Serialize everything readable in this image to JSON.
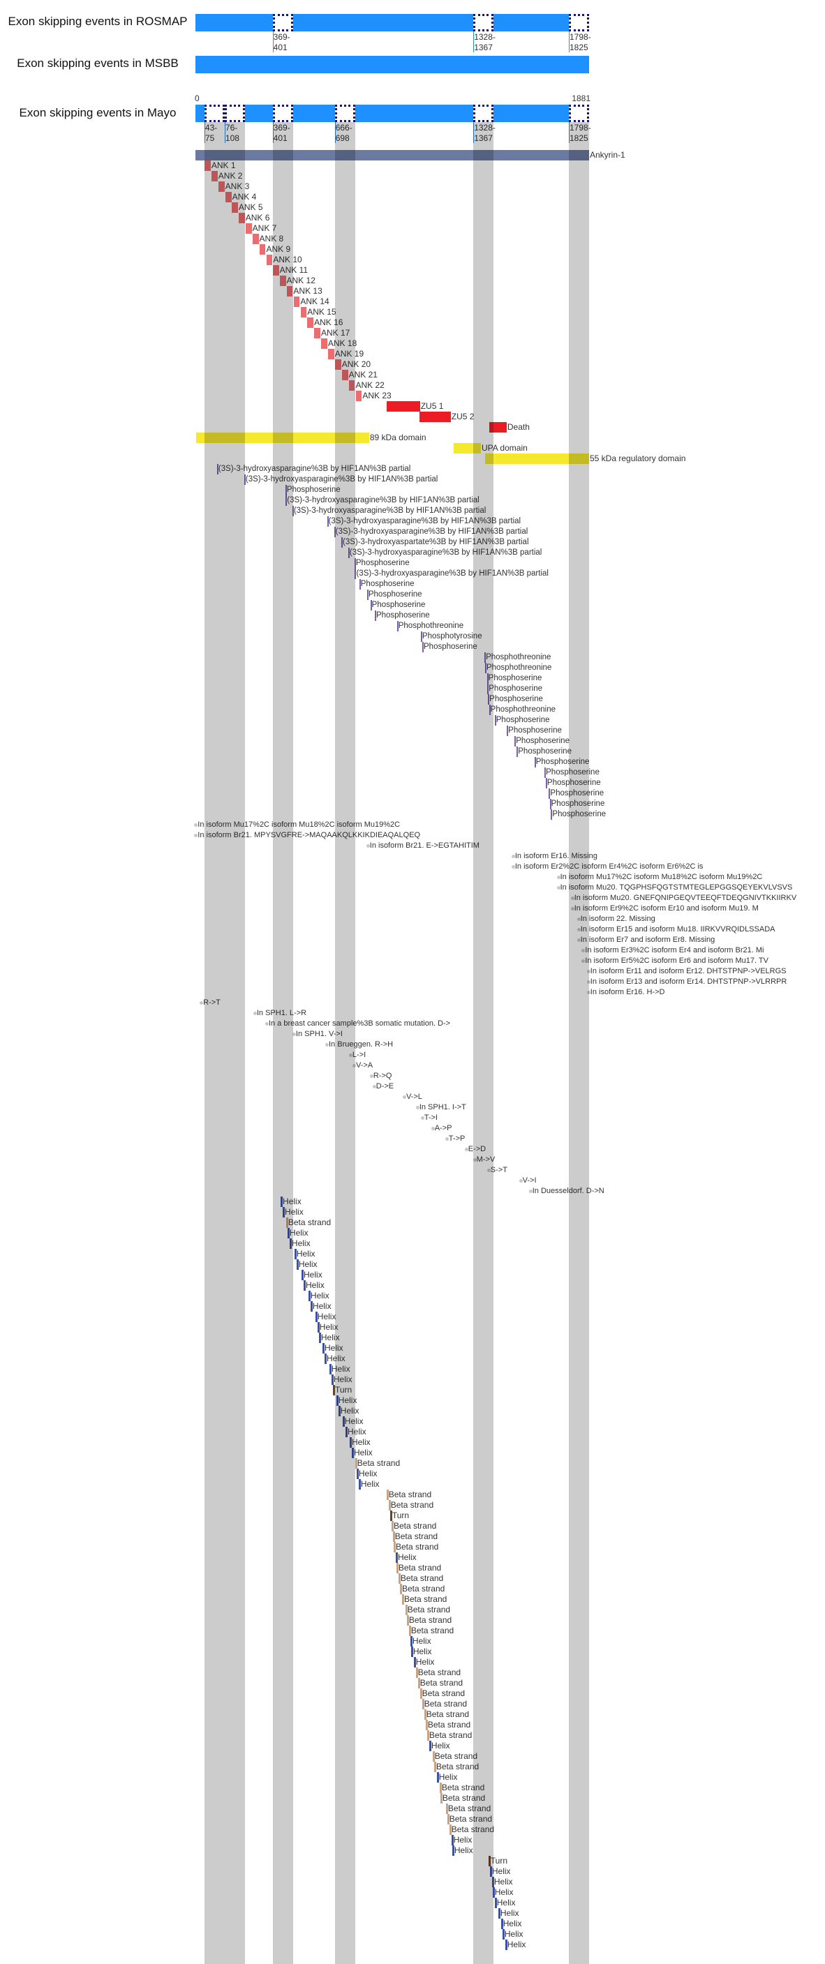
{
  "protein": {
    "length": 1881,
    "axis_min_label": "0",
    "axis_max_label": "1881"
  },
  "colors": {
    "exon_bar": "#1e90ff",
    "exon_box_border": "#15156b",
    "chain": "#6b7aa1",
    "repeat": "#ec6c70",
    "domain": "#ed1c24",
    "region": "#f5e92e",
    "modres": "#7a5fae",
    "helix": "#3c52a8",
    "strand": "#c9a386",
    "turn": "#6b4423",
    "dot": "#c8c8c8"
  },
  "exon_tracks": [
    {
      "title": "Exon skipping events in ROSMAP",
      "exons": [
        {
          "start": 369,
          "label": "369-401"
        },
        {
          "start": 1328,
          "label": "1328-1367"
        },
        {
          "start": 1798,
          "label": "1798-1825"
        }
      ]
    },
    {
      "title": "Exon skipping events in MSBB",
      "exons": []
    },
    {
      "title": "Exon skipping events in Mayo",
      "exons": [
        {
          "start": 43,
          "label": "43-75"
        },
        {
          "start": 76,
          "label": "76-108"
        },
        {
          "start": 369,
          "label": "369-401"
        },
        {
          "start": 666,
          "label": "666-698"
        },
        {
          "start": 1328,
          "label": "1328-1367"
        },
        {
          "start": 1798,
          "label": "1798-1825"
        }
      ]
    }
  ],
  "features": [
    {
      "type": "chain",
      "start": 1,
      "end": 1881,
      "label": "Ankyrin-1"
    },
    {
      "type": "repeat",
      "start": 44,
      "end": 73,
      "label": "ANK 1"
    },
    {
      "type": "repeat",
      "start": 77,
      "end": 106,
      "label": "ANK 2"
    },
    {
      "type": "repeat",
      "start": 110,
      "end": 139,
      "label": "ANK 3"
    },
    {
      "type": "repeat",
      "start": 143,
      "end": 172,
      "label": "ANK 4"
    },
    {
      "type": "repeat",
      "start": 174,
      "end": 203,
      "label": "ANK 5"
    },
    {
      "type": "repeat",
      "start": 207,
      "end": 236,
      "label": "ANK 6"
    },
    {
      "type": "repeat",
      "start": 240,
      "end": 269,
      "label": "ANK 7"
    },
    {
      "type": "repeat",
      "start": 273,
      "end": 302,
      "label": "ANK 8"
    },
    {
      "type": "repeat",
      "start": 306,
      "end": 335,
      "label": "ANK 9"
    },
    {
      "type": "repeat",
      "start": 339,
      "end": 368,
      "label": "ANK 10"
    },
    {
      "type": "repeat",
      "start": 370,
      "end": 399,
      "label": "ANK 11"
    },
    {
      "type": "repeat",
      "start": 403,
      "end": 432,
      "label": "ANK 12"
    },
    {
      "type": "repeat",
      "start": 436,
      "end": 465,
      "label": "ANK 13"
    },
    {
      "type": "repeat",
      "start": 469,
      "end": 498,
      "label": "ANK 14"
    },
    {
      "type": "repeat",
      "start": 502,
      "end": 531,
      "label": "ANK 15"
    },
    {
      "type": "repeat",
      "start": 535,
      "end": 564,
      "label": "ANK 16"
    },
    {
      "type": "repeat",
      "start": 568,
      "end": 597,
      "label": "ANK 17"
    },
    {
      "type": "repeat",
      "start": 601,
      "end": 630,
      "label": "ANK 18"
    },
    {
      "type": "repeat",
      "start": 634,
      "end": 663,
      "label": "ANK 19"
    },
    {
      "type": "repeat",
      "start": 667,
      "end": 696,
      "label": "ANK 20"
    },
    {
      "type": "repeat",
      "start": 700,
      "end": 729,
      "label": "ANK 21"
    },
    {
      "type": "repeat",
      "start": 733,
      "end": 762,
      "label": "ANK 22"
    },
    {
      "type": "repeat",
      "start": 766,
      "end": 795,
      "label": "ANK 23"
    },
    {
      "type": "domain",
      "start": 913,
      "end": 1073,
      "label": "ZU5 1"
    },
    {
      "type": "domain",
      "start": 1070,
      "end": 1220,
      "label": "ZU5 2"
    },
    {
      "type": "domain",
      "start": 1403,
      "end": 1487,
      "label": "Death"
    },
    {
      "type": "region",
      "start": 2,
      "end": 830,
      "label": "89 kDa domain"
    },
    {
      "type": "region",
      "start": 1234,
      "end": 1364,
      "label": "UPA domain"
    },
    {
      "type": "region",
      "start": 1384,
      "end": 1881,
      "label": "55 kDa regulatory domain"
    },
    {
      "type": "modres",
      "start": 103,
      "label": "(3S)-3-hydroxyasparagine%3B by HIF1AN%3B partial"
    },
    {
      "type": "modres",
      "start": 233,
      "label": "(3S)-3-hydroxyasparagine%3B by HIF1AN%3B partial"
    },
    {
      "type": "modres",
      "start": 430,
      "label": "Phosphoserine"
    },
    {
      "type": "modres",
      "start": 431,
      "label": "(3S)-3-hydroxyasparagine%3B by HIF1AN%3B partial"
    },
    {
      "type": "modres",
      "start": 463,
      "label": "(3S)-3-hydroxyasparagine%3B by HIF1AN%3B partial"
    },
    {
      "type": "modres",
      "start": 629,
      "label": "(3S)-3-hydroxyasparagine%3B by HIF1AN%3B partial"
    },
    {
      "type": "modres",
      "start": 663,
      "label": "(3S)-3-hydroxyasparagine%3B by HIF1AN%3B partial"
    },
    {
      "type": "modres",
      "start": 697,
      "label": "(3S)-3-hydroxyaspartate%3B by HIF1AN%3B partial"
    },
    {
      "type": "modres",
      "start": 730,
      "label": "(3S)-3-hydroxyasparagine%3B by HIF1AN%3B partial"
    },
    {
      "type": "modres",
      "start": 760,
      "label": "Phosphoserine"
    },
    {
      "type": "modres",
      "start": 762,
      "label": "(3S)-3-hydroxyasparagine%3B by HIF1AN%3B partial"
    },
    {
      "type": "modres",
      "start": 783,
      "label": "Phosphoserine"
    },
    {
      "type": "modres",
      "start": 820,
      "label": "Phosphoserine"
    },
    {
      "type": "modres",
      "start": 836,
      "label": "Phosphoserine"
    },
    {
      "type": "modres",
      "start": 857,
      "label": "Phosphoserine"
    },
    {
      "type": "modres",
      "start": 963,
      "label": "Phosphothreonine"
    },
    {
      "type": "modres",
      "start": 1077,
      "label": "Phosphotyrosine"
    },
    {
      "type": "modres",
      "start": 1084,
      "label": "Phosphoserine"
    },
    {
      "type": "modres",
      "start": 1381,
      "label": "Phosphothreonine"
    },
    {
      "type": "modres",
      "start": 1384,
      "label": "Phosphothreonine"
    },
    {
      "type": "modres",
      "start": 1393,
      "label": "Phosphoserine"
    },
    {
      "type": "modres",
      "start": 1395,
      "label": "Phosphoserine"
    },
    {
      "type": "modres",
      "start": 1398,
      "label": "Phosphoserine"
    },
    {
      "type": "modres",
      "start": 1403,
      "label": "Phosphothreonine"
    },
    {
      "type": "modres",
      "start": 1430,
      "label": "Phosphoserine"
    },
    {
      "type": "modres",
      "start": 1488,
      "label": "Phosphoserine"
    },
    {
      "type": "modres",
      "start": 1525,
      "label": "Phosphoserine"
    },
    {
      "type": "modres",
      "start": 1535,
      "label": "Phosphoserine"
    },
    {
      "type": "modres",
      "start": 1620,
      "label": "Phosphoserine"
    },
    {
      "type": "modres",
      "start": 1668,
      "label": "Phosphoserine"
    },
    {
      "type": "modres",
      "start": 1674,
      "label": "Phosphoserine"
    },
    {
      "type": "modres",
      "start": 1689,
      "label": "Phosphoserine"
    },
    {
      "type": "modres",
      "start": 1693,
      "label": "Phosphoserine"
    },
    {
      "type": "modres",
      "start": 1699,
      "label": "Phosphoserine"
    },
    {
      "type": "isoform",
      "start": 1,
      "label": "In isoform Mu17%2C isoform Mu18%2C isoform Mu19%2C"
    },
    {
      "type": "isoform",
      "start": 1,
      "label": "In isoform Br21. MPYSVGFRE->MAQAAKQLKKIKDIEAQALQEQ"
    },
    {
      "type": "isoform",
      "start": 823,
      "label": "In isoform Br21. E->EGTAHITIM"
    },
    {
      "type": "isoform",
      "start": 1517,
      "label": "In isoform Er16. Missing"
    },
    {
      "type": "isoform",
      "start": 1517,
      "label": "In isoform Er2%2C isoform Er4%2C isoform Er6%2C is"
    },
    {
      "type": "isoform",
      "start": 1733,
      "label": "In isoform Mu17%2C isoform Mu18%2C isoform Mu19%2C"
    },
    {
      "type": "isoform",
      "start": 1733,
      "label": "In isoform Mu20. TQGPHSFQGTSTMTEGLEPGGSQEYEKVLVSVS"
    },
    {
      "type": "isoform",
      "start": 1800,
      "label": "In isoform Mu20. GNEFQNIPGEQVTEEQFTDEQGNIVTKKIIRKV"
    },
    {
      "type": "isoform",
      "start": 1800,
      "label": "In isoform Er9%2C isoform Er10 and isoform Mu19. M"
    },
    {
      "type": "isoform",
      "start": 1830,
      "label": "In isoform 22. Missing"
    },
    {
      "type": "isoform",
      "start": 1830,
      "label": "In isoform Er15 and isoform Mu18. IIRKVVRQIDLSSADA"
    },
    {
      "type": "isoform",
      "start": 1830,
      "label": "In isoform Er7 and isoform Er8. Missing"
    },
    {
      "type": "isoform",
      "start": 1852,
      "label": "In isoform Er3%2C isoform Er4 and isoform Br21. Mi"
    },
    {
      "type": "isoform",
      "start": 1852,
      "label": "In isoform Er5%2C isoform Er6 and isoform Mu17. TV"
    },
    {
      "type": "isoform",
      "start": 1877,
      "label": "In isoform Er11 and isoform Er12. DHTSTPNP->VELRGS"
    },
    {
      "type": "isoform",
      "start": 1877,
      "label": "In isoform Er13 and isoform Er14. DHTSTPNP->VLRRPR"
    },
    {
      "type": "isoform",
      "start": 1877,
      "label": "In isoform Er16. H->D"
    },
    {
      "type": "variant",
      "start": 27,
      "label": "R->T"
    },
    {
      "type": "variant",
      "start": 283,
      "label": "In SPH1. L->R"
    },
    {
      "type": "variant",
      "start": 340,
      "label": "In a breast cancer sample%3B somatic mutation. D->"
    },
    {
      "type": "variant",
      "start": 470,
      "label": "In SPH1. V->I"
    },
    {
      "type": "variant",
      "start": 627,
      "label": "In Brueggen. R->H"
    },
    {
      "type": "variant",
      "start": 740,
      "label": "L->I"
    },
    {
      "type": "variant",
      "start": 757,
      "label": "V->A"
    },
    {
      "type": "variant",
      "start": 840,
      "label": "R->Q"
    },
    {
      "type": "variant",
      "start": 853,
      "label": "D->E"
    },
    {
      "type": "variant",
      "start": 997,
      "label": "V->L"
    },
    {
      "type": "variant",
      "start": 1060,
      "label": "In SPH1. I->T"
    },
    {
      "type": "variant",
      "start": 1083,
      "label": "T->I"
    },
    {
      "type": "variant",
      "start": 1133,
      "label": "A->P"
    },
    {
      "type": "variant",
      "start": 1200,
      "label": "T->P"
    },
    {
      "type": "variant",
      "start": 1293,
      "label": "E->D"
    },
    {
      "type": "variant",
      "start": 1333,
      "label": "M->V"
    },
    {
      "type": "variant",
      "start": 1400,
      "label": "S->T"
    },
    {
      "type": "variant",
      "start": 1553,
      "label": "V->I"
    },
    {
      "type": "variant",
      "start": 1600,
      "label": "In Duesseldorf. D->N"
    }
  ],
  "secondary_structure": [
    [
      "helix",
      407
    ],
    [
      "helix",
      417
    ],
    [
      "strand",
      433
    ],
    [
      "helix",
      440
    ],
    [
      "helix",
      450
    ],
    [
      "helix",
      473
    ],
    [
      "helix",
      483
    ],
    [
      "helix",
      507
    ],
    [
      "helix",
      517
    ],
    [
      "helix",
      540
    ],
    [
      "helix",
      550
    ],
    [
      "helix",
      573
    ],
    [
      "helix",
      583
    ],
    [
      "helix",
      590
    ],
    [
      "helix",
      607
    ],
    [
      "helix",
      617
    ],
    [
      "helix",
      640
    ],
    [
      "helix",
      650
    ],
    [
      "turn",
      657
    ],
    [
      "helix",
      673
    ],
    [
      "helix",
      683
    ],
    [
      "helix",
      703
    ],
    [
      "helix",
      717
    ],
    [
      "helix",
      737
    ],
    [
      "helix",
      747
    ],
    [
      "strand",
      763
    ],
    [
      "helix",
      770
    ],
    [
      "helix",
      780
    ],
    [
      "strand",
      913
    ],
    [
      "strand",
      923
    ],
    [
      "turn",
      930
    ],
    [
      "strand",
      937
    ],
    [
      "strand",
      943
    ],
    [
      "strand",
      947
    ],
    [
      "helix",
      957
    ],
    [
      "strand",
      960
    ],
    [
      "strand",
      970
    ],
    [
      "strand",
      977
    ],
    [
      "strand",
      987
    ],
    [
      "strand",
      1003
    ],
    [
      "strand",
      1010
    ],
    [
      "strand",
      1020
    ],
    [
      "helix",
      1027
    ],
    [
      "helix",
      1030
    ],
    [
      "helix",
      1043
    ],
    [
      "strand",
      1053
    ],
    [
      "strand",
      1063
    ],
    [
      "strand",
      1073
    ],
    [
      "strand",
      1083
    ],
    [
      "strand",
      1093
    ],
    [
      "strand",
      1100
    ],
    [
      "strand",
      1107
    ],
    [
      "helix",
      1117
    ],
    [
      "strand",
      1133
    ],
    [
      "strand",
      1140
    ],
    [
      "helix",
      1153
    ],
    [
      "strand",
      1167
    ],
    [
      "strand",
      1170
    ],
    [
      "strand",
      1197
    ],
    [
      "strand",
      1203
    ],
    [
      "strand",
      1213
    ],
    [
      "helix",
      1223
    ],
    [
      "helix",
      1227
    ],
    [
      "turn",
      1400
    ],
    [
      "helix",
      1407
    ],
    [
      "helix",
      1417
    ],
    [
      "helix",
      1420
    ],
    [
      "helix",
      1430
    ],
    [
      "helix",
      1447
    ],
    [
      "helix",
      1460
    ],
    [
      "helix",
      1467
    ],
    [
      "helix",
      1480
    ]
  ],
  "secondary_labels": {
    "helix": "Helix",
    "strand": "Beta strand",
    "turn": "Turn"
  }
}
